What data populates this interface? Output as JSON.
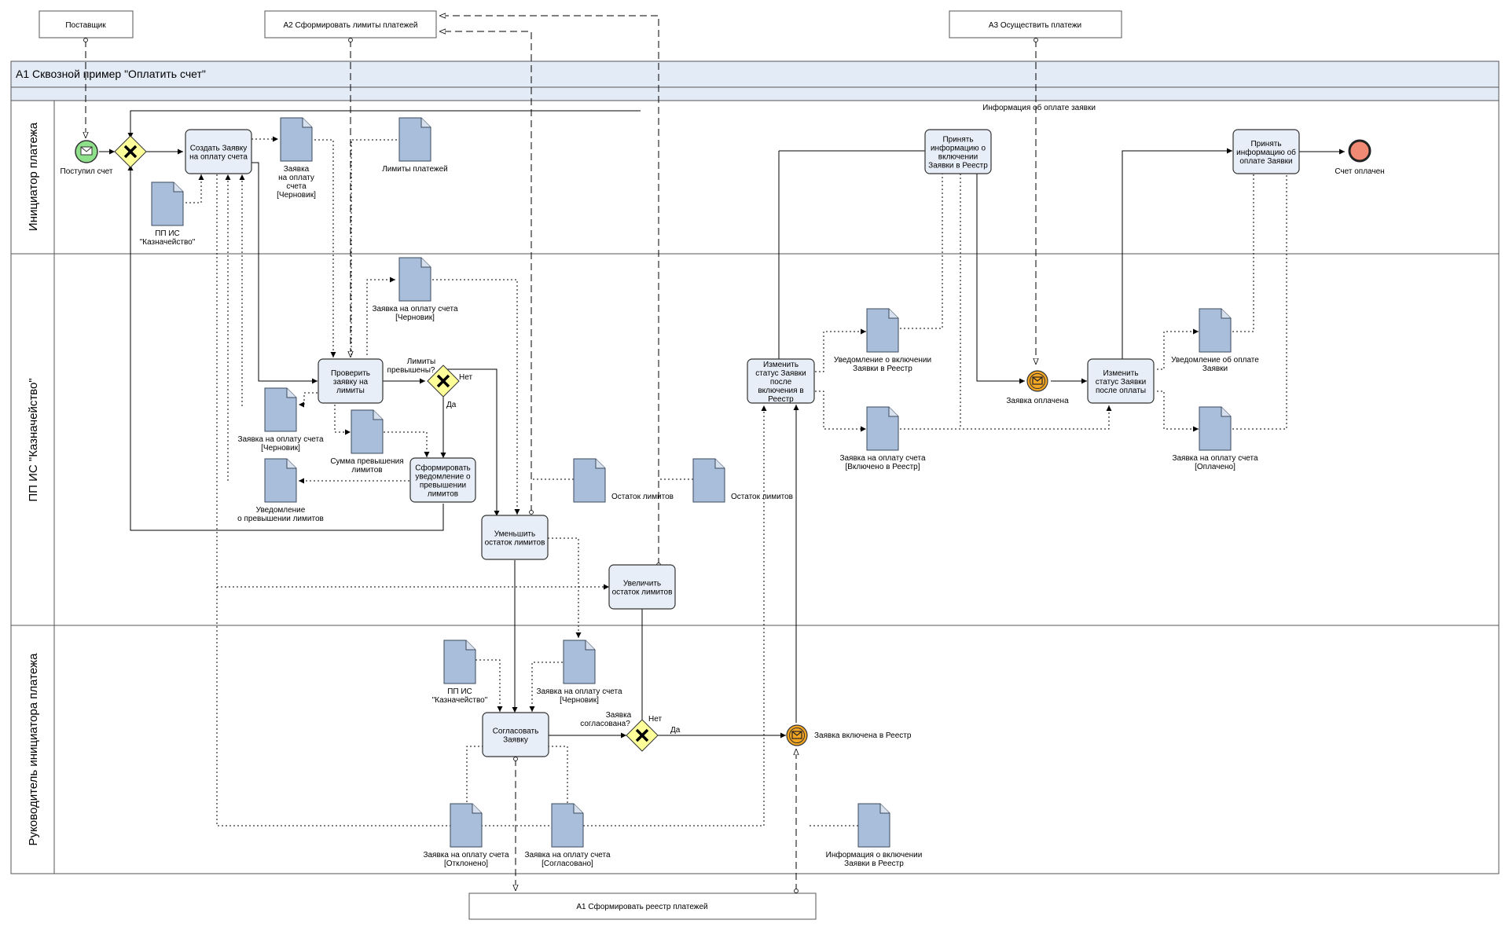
{
  "pool": {
    "title": "А1 Сквозной пример \"Оплатить счет\"",
    "lanes": [
      "Инициатор платежа",
      "ПП ИС \"Казначейство\"",
      "Руководитель инициатора платежа"
    ]
  },
  "external": {
    "supplier": "Поставщик",
    "a2": "А2 Сформировать лимиты платежей",
    "a3": "А3 Осуществить платежи",
    "a1": "А1 Сформировать реестр платежей"
  },
  "tasks": {
    "create": [
      "Создать Заявку",
      "на оплату счета"
    ],
    "check": [
      "Проверить",
      "заявку на",
      "лимиты"
    ],
    "notify": [
      "Сформировать",
      "уведомление о",
      "превышении",
      "лимитов"
    ],
    "reduce": [
      "Уменьшить",
      "остаток лимитов"
    ],
    "increase": [
      "Увеличить",
      "остаток лимитов"
    ],
    "approve": [
      "Согласовать",
      "Заявку"
    ],
    "change1": [
      "Изменить",
      "статус Заявки",
      "после",
      "включения в",
      "Реестр"
    ],
    "accept1": [
      "Принять",
      "информацию о",
      "включении",
      "Заявки в Реестр"
    ],
    "change2": [
      "Изменить",
      "статус Заявки",
      "после оплаты"
    ],
    "accept2": [
      "Принять",
      "информацию об",
      "оплате Заявки"
    ]
  },
  "events": {
    "start": "Поступил счет",
    "end": "Счет оплачен",
    "paid": "Заявка оплачена",
    "registry": "Заявка включена в Реестр"
  },
  "gateways": {
    "limits_question": [
      "Лимиты",
      "превышены?"
    ],
    "approved_question": [
      "Заявка",
      "согласована?"
    ],
    "no": "Нет",
    "yes": "Да"
  },
  "flow_labels": {
    "payment_info": "Информация об оплате заявки"
  },
  "documents": {
    "draft_short": [
      "Заявка",
      "на оплату",
      "счета",
      "[Черновик]"
    ],
    "limits": [
      "Лимиты платежей"
    ],
    "treasury1": [
      "ПП ИС",
      "\"Казначейство\""
    ],
    "draft_top": [
      "Заявка на оплату счета",
      "[Черновик]"
    ],
    "draft_left": [
      "Заявка на оплату счета",
      "[Черновик]"
    ],
    "excess_sum": [
      "Сумма превышения",
      "лимитов"
    ],
    "notice": [
      "Уведомление",
      "о превышении лимитов"
    ],
    "rest1": [
      "Остаток лимитов"
    ],
    "rest2": [
      "Остаток лимитов"
    ],
    "notice_incl": [
      "Уведомление о включении",
      "Заявки в Реестр"
    ],
    "incl": [
      "Заявка на оплату счета",
      "[Включено в Реестр]"
    ],
    "notice_paid": [
      "Уведомление об оплате",
      "Заявки"
    ],
    "paid_doc": [
      "Заявка на оплату счета",
      "[Оплачено]"
    ],
    "treasury2": [
      "ПП ИС",
      "\"Казначейство\""
    ],
    "draft_bottom": [
      "Заявка на оплату счета",
      "[Черновик]"
    ],
    "rejected": [
      "Заявка на оплату счета",
      "[Отклонено]"
    ],
    "agreed": [
      "Заявка на оплату счета",
      "[Согласовано]"
    ],
    "incl_info": [
      "Информация о включении",
      "Заявки в Реестр"
    ]
  },
  "colors": {
    "task_fill": "#e8eef7",
    "doc_fill": "#a8bedb",
    "gateway_fill": "#ffff99",
    "start_fill": "#8ee08a",
    "end_fill": "#f08a74",
    "inter_fill": "#f5a623",
    "pool_header": "#e3ebf6"
  }
}
